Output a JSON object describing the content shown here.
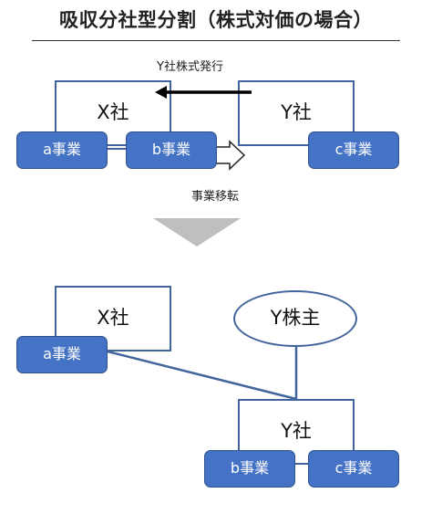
{
  "title": "吸収分社型分割（株式対価の場合）",
  "before": {
    "company_x": "X社",
    "company_y": "Y社",
    "business_a": "a事業",
    "business_b": "b事業",
    "business_c": "c事業",
    "share_issue_label": "Y社株式発行",
    "transfer_label": "事業移転"
  },
  "after": {
    "company_x": "X社",
    "company_y": "Y社",
    "shareholder_y": "Y株主",
    "business_a": "a事業",
    "business_b": "b事業",
    "business_c": "c事業"
  },
  "colors": {
    "business_fill": "#4472c4",
    "company_border": "#41649d",
    "connector": "#41649d",
    "transition_arrow": "#bfbfbf"
  }
}
